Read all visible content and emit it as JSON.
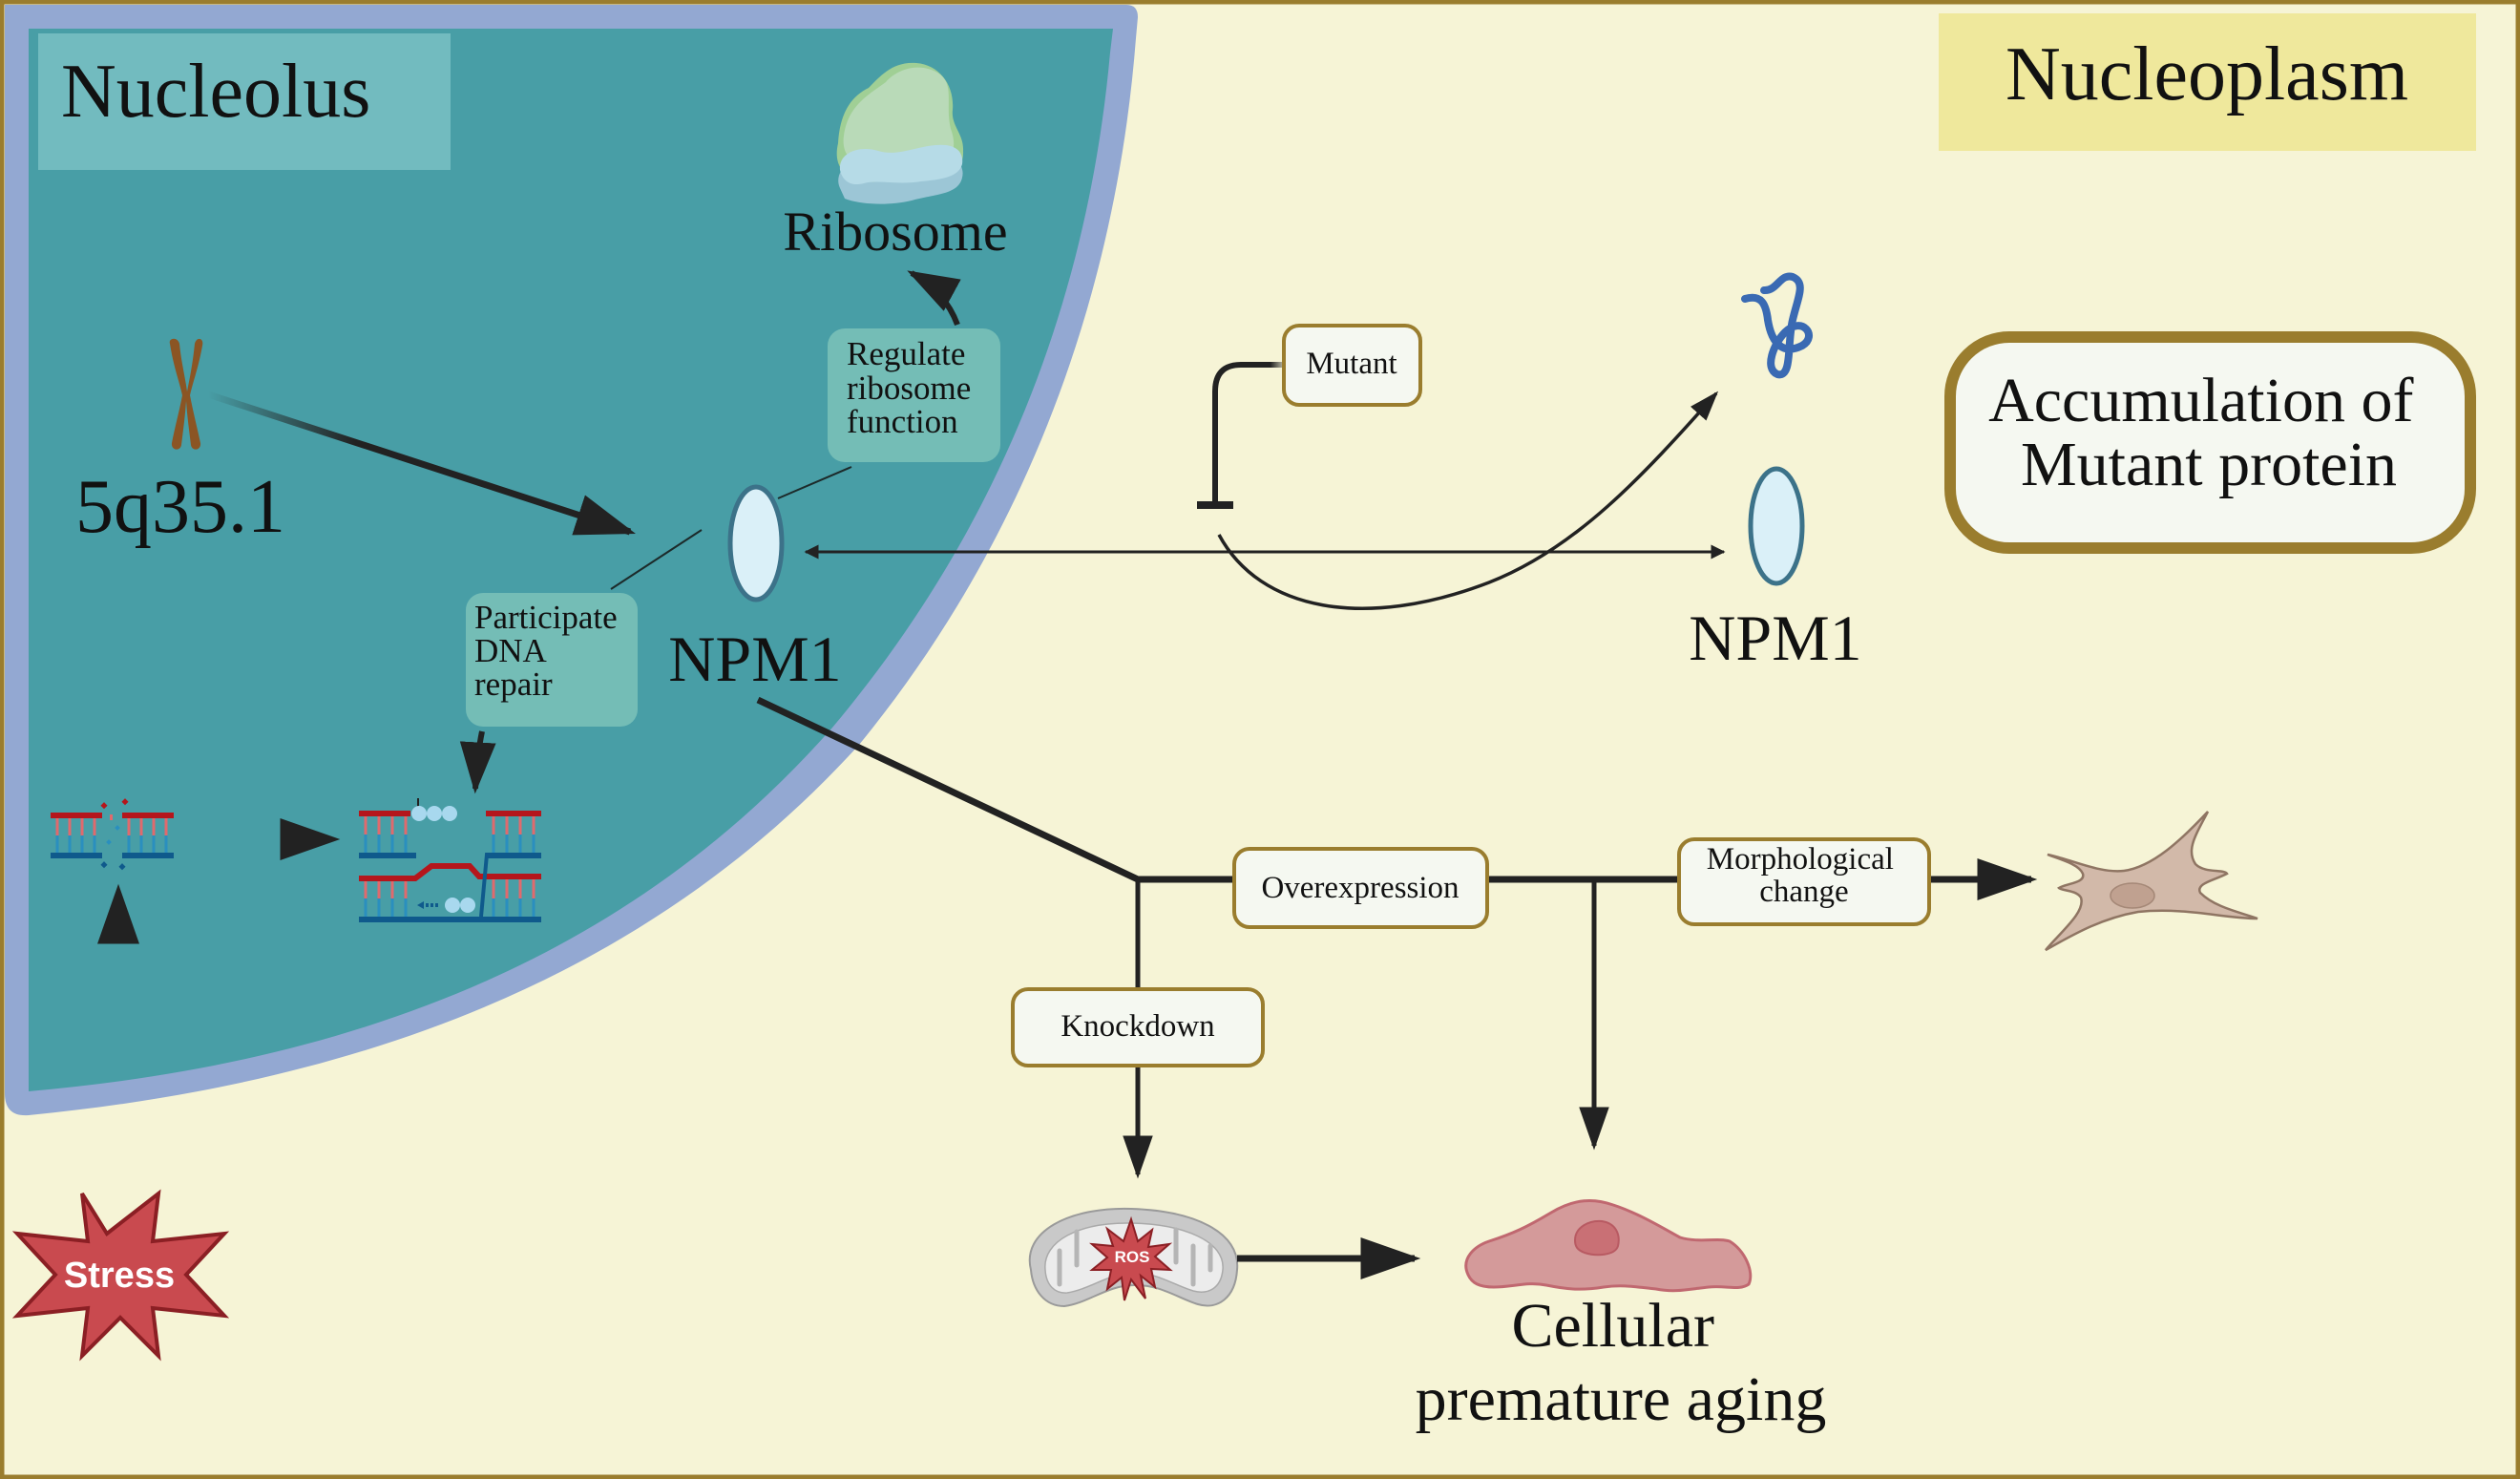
{
  "colors": {
    "frame": "#9a7d2e",
    "nucleoplasm_bg": "#f6f4d6",
    "membrane": "#93a8d2",
    "nucleolus_fill": "#489ea6",
    "nucleolus_label_bg": "#72bbbf",
    "nucleoplasm_label_bg": "#efe89c",
    "function_box_bg": "#74bdb6",
    "pill_fill": "#f5f8f1",
    "arrow": "#222222",
    "npm1_fill": "#daf0f8",
    "npm1_stroke": "#3c7289",
    "protein": "#3a6ab3",
    "stress_fill": "#c94a4f",
    "stress_stroke": "#8b1f24"
  },
  "regions": {
    "nucleolus_label": "Nucleolus",
    "nucleoplasm_label": "Nucleoplasm"
  },
  "nucleolus": {
    "ribosome_label": "Ribosome",
    "chromosome_label": "5q35.1",
    "regulate_box": [
      "Regulate",
      "ribosome",
      "function"
    ],
    "participate_box": [
      "Participate",
      "DNA",
      "repair"
    ],
    "npm1_label": "NPM1",
    "stress_label": "Stress"
  },
  "nucleoplasm": {
    "mutant_label": "Mutant",
    "npm1_label": "NPM1",
    "accumulation_box": [
      "Accumulation of",
      "Mutant protein"
    ],
    "overexpression_label": "Overexpression",
    "knockdown_label": "Knockdown",
    "morphological_box": [
      "Morphological",
      "change"
    ],
    "ros_label": "ROS",
    "aging_label": [
      "Cellular",
      "premature aging"
    ]
  }
}
